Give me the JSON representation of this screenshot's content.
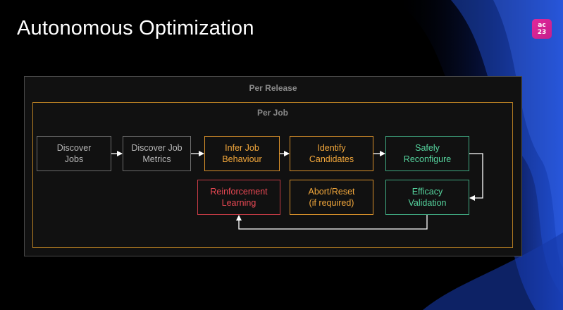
{
  "slide": {
    "title": "Autonomous Optimization",
    "logo_text": "ac\n23"
  },
  "diagram": {
    "outer_label": "Per Release",
    "inner_label": "Per Job",
    "nodes": {
      "discover_jobs": "Discover\nJobs",
      "discover_job_metrics": "Discover Job\nMetrics",
      "infer_job_behaviour": "Infer Job\nBehaviour",
      "identify_candidates": "Identify\nCandidates",
      "safely_reconfigure": "Safely\nReconfigure",
      "reinforcement_learning": "Reinforcement\nLearning",
      "abort_reset": "Abort/Reset\n(if required)",
      "efficacy_validation": "Efficacy\nValidation"
    }
  },
  "colors": {
    "gray": "#6c6c6c",
    "orange": "#d8902a",
    "green": "#3fa880",
    "red": "#c43b45",
    "logo": "#e2289a"
  }
}
